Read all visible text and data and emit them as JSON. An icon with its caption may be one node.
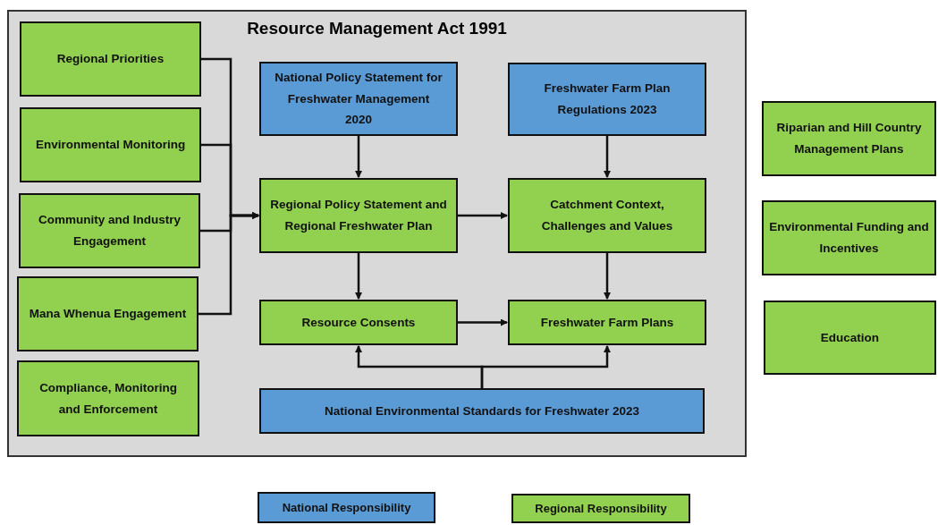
{
  "diagram": {
    "nodes": [
      {
        "text": [
          "Resource Management Act 1991"
        ]
      },
      {
        "text": [
          "Regional Priorities"
        ],
        "in": 0
      },
      {
        "text": [
          "Environmental Monitoring"
        ],
        "in": 0
      },
      {
        "text": [
          "Community and Industry Engagement"
        ],
        "in": 0
      },
      {
        "text": [
          "Mana Whenua Engagement"
        ],
        "in": 0
      },
      {
        "text": [
          "Compliance, Monitoring and Enforcement"
        ],
        "in": 0
      },
      {
        "text": [
          "National Policy Statement for Freshwater Management 2020"
        ],
        "in": 0
      },
      {
        "text": [
          "Freshwater Farm Plan Regulations 2023"
        ],
        "in": 0
      },
      {
        "text": [
          "Regional Policy Statement and Regional Freshwater Plan"
        ],
        "in": 0
      },
      {
        "text": [
          "Catchment Context, Challenges and Values"
        ],
        "in": 0
      },
      {
        "text": [
          "Resource Consents"
        ],
        "in": 0
      },
      {
        "text": [
          "Freshwater Farm Plans"
        ],
        "in": 0
      },
      {
        "text": [
          "National Environmental Standards for Freshwater 2023"
        ],
        "in": 0
      },
      {
        "text": [
          "Riparian and Hill Country Management Plans"
        ]
      },
      {
        "text": [
          "Environmental Funding and Incentives"
        ]
      },
      {
        "text": [
          "Education"
        ]
      }
    ],
    "edges": [
      {
        "from": 1,
        "to": 8,
        "arrow": "to"
      },
      {
        "from": 2,
        "to": 8,
        "arrow": "to"
      },
      {
        "from": 3,
        "to": 8,
        "arrow": "to"
      },
      {
        "from": 4,
        "to": 8,
        "arrow": "to"
      },
      {
        "from": 6,
        "to": 8,
        "arrow": "to"
      },
      {
        "from": 7,
        "to": 9,
        "arrow": "to"
      },
      {
        "from": 8,
        "to": 9,
        "arrow": "to"
      },
      {
        "from": 8,
        "to": 10,
        "arrow": "to"
      },
      {
        "from": 9,
        "to": 11,
        "arrow": "to"
      },
      {
        "from": 10,
        "to": 11,
        "arrow": "to"
      },
      {
        "from": 12,
        "to": 10,
        "arrow": "to"
      },
      {
        "from": 12,
        "to": 11,
        "arrow": "to"
      }
    ],
    "legend": [
      {
        "text": "National Responsibility",
        "color": "#5b9bd5"
      },
      {
        "text": "Regional Responsibility",
        "color": "#92d050"
      }
    ]
  }
}
